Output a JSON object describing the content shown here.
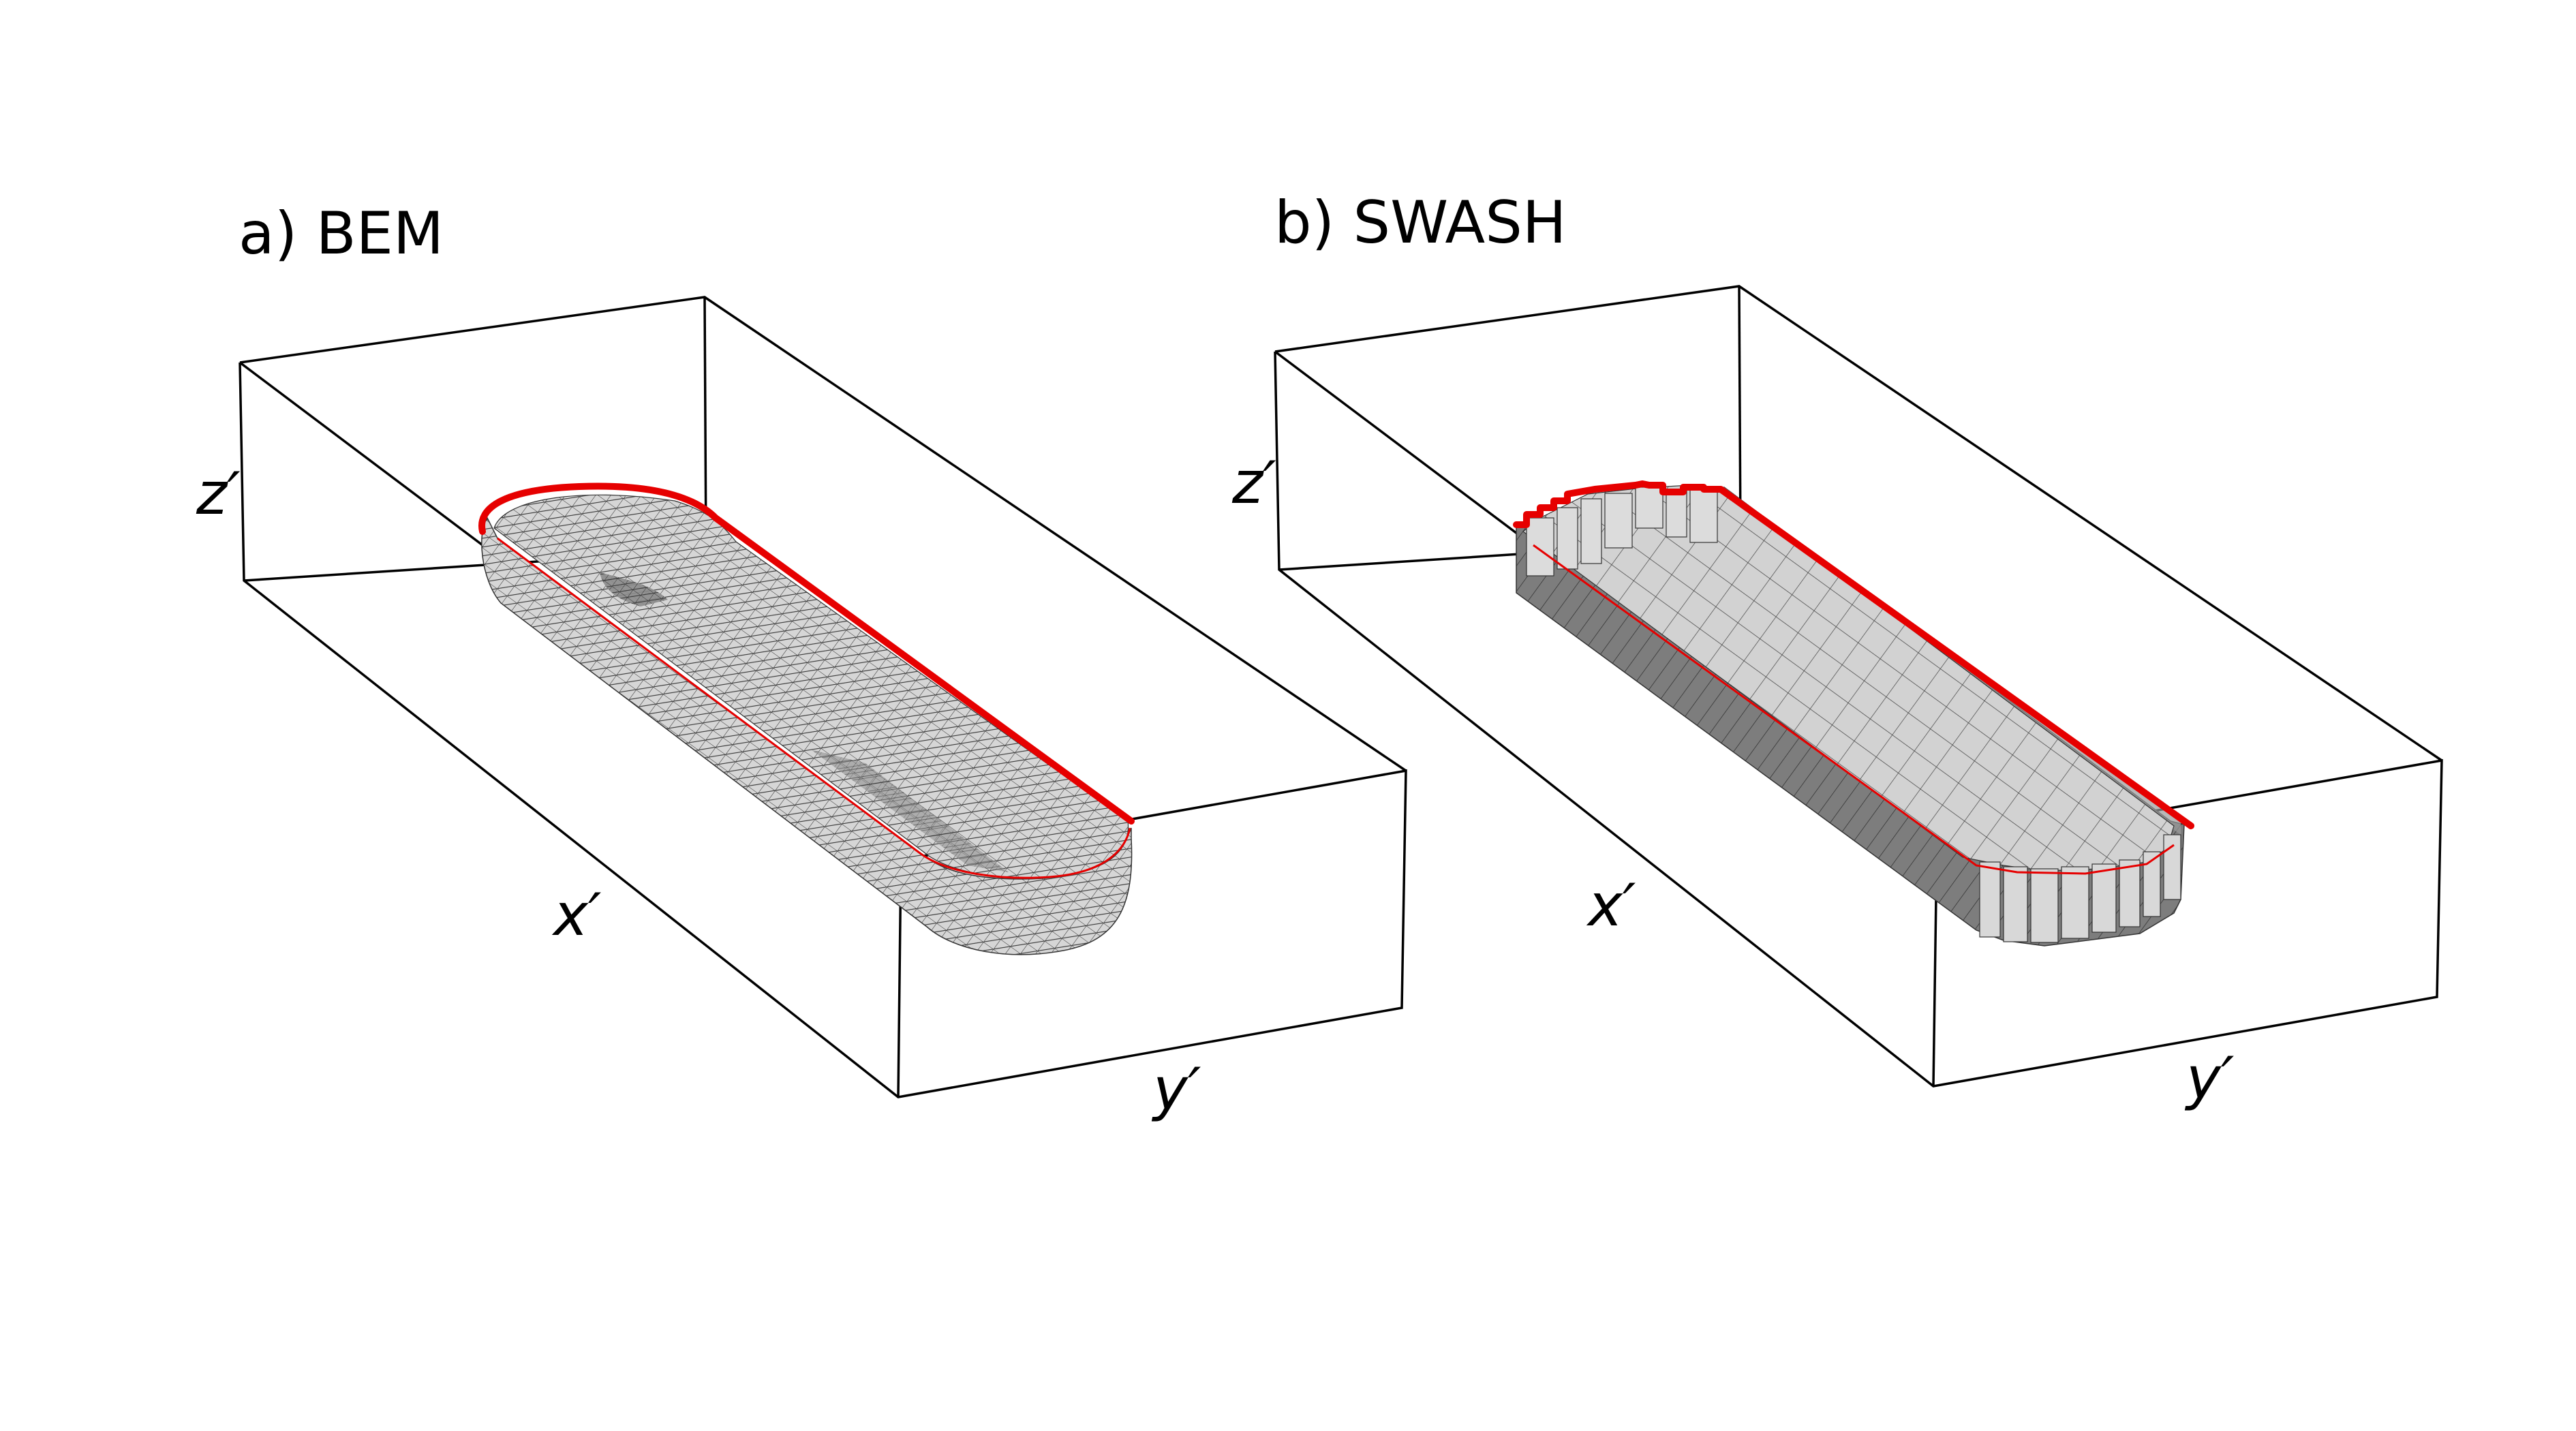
{
  "panels": [
    {
      "title": "a) BEM",
      "axes": {
        "x": "x′",
        "y": "y′",
        "z": "z′"
      }
    },
    {
      "title": "b) SWASH",
      "axes": {
        "x": "x′",
        "y": "y′",
        "z": "z′"
      }
    }
  ],
  "colors": {
    "box": "#000000",
    "rim": "#e60000",
    "mesh_fill": "#d9d9d9",
    "cell_light": "#d4d4d4",
    "cell_dark": "#7a7a7a"
  }
}
